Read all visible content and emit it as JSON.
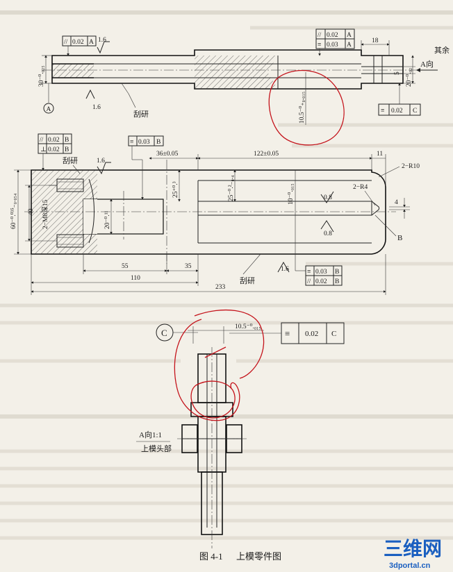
{
  "drawing": {
    "caption_number": "图 4-1",
    "caption_title": "上模零件图",
    "view_a_label": "A向1:1",
    "view_a_name": "上模头部",
    "note_rest": "其余",
    "arrow_a_label": "A向"
  },
  "top_view": {
    "tol_parallel": "0.02",
    "tol_parallel_ref": "A",
    "tol_right_parallel": "0.02",
    "tol_right_parallel_ref": "A",
    "tol_right_sym": "0.03",
    "tol_right_sym_ref": "A",
    "tol_sym_c": "0.02",
    "tol_sym_c_ref": "C",
    "roughness_1": "1.6",
    "roughness_2": "1.6",
    "dim_height": "30⁻⁰.₀₂₅",
    "dim_width_18": "18",
    "dim_slot": "10.5⁻⁰₊₀.₀₁₅",
    "dim_5": "5",
    "dim_20": "20⁻⁰.₀₂",
    "datum": "A",
    "note_scrape": "刮研"
  },
  "main_view": {
    "tol_parallel": "0.02",
    "tol_parallel_ref": "B",
    "tol_perp": "0.02",
    "tol_perp_ref": "B",
    "tol_sym": "0.03",
    "tol_sym_ref": "B",
    "tol_bot_sym": "0.03",
    "tol_bot_sym_ref": "B",
    "tol_bot_par": "0.02",
    "tol_bot_par_ref": "B",
    "note_scrape_1": "刮研",
    "note_scrape_2": "刮研",
    "roughness_1": "1.6",
    "roughness_2": "1.6",
    "roughness_3": "0.8",
    "roughness_4": "0.8",
    "dim_36": "36±0.05",
    "dim_122": "122±0.05",
    "dim_11": "11",
    "dim_r10": "2−R10",
    "dim_r4": "2−R4",
    "dim_4": "4",
    "dim_60": "60⁻⁰.⁰³⁵₋₀.₀₅₄",
    "dim_40": "40",
    "dim_thread": "2−M8深15",
    "dim_20": "20⁻⁰.¹¹",
    "dim_25a": "25⁺⁰.³",
    "dim_25b": "25⁻⁰.²₋₀.₄",
    "dim_10": "10⁻⁰.₀₁₅",
    "dim_55": "55",
    "dim_35": "35",
    "dim_110": "110",
    "dim_233": "233",
    "label_b": "B"
  },
  "detail_c": {
    "datum": "C",
    "dim_slot": "10.5⁻⁰.₀₁₅",
    "tol_value": "0.02",
    "tol_ref": "C"
  },
  "watermark": {
    "logo": "三维网",
    "url": "3dportal.cn"
  }
}
